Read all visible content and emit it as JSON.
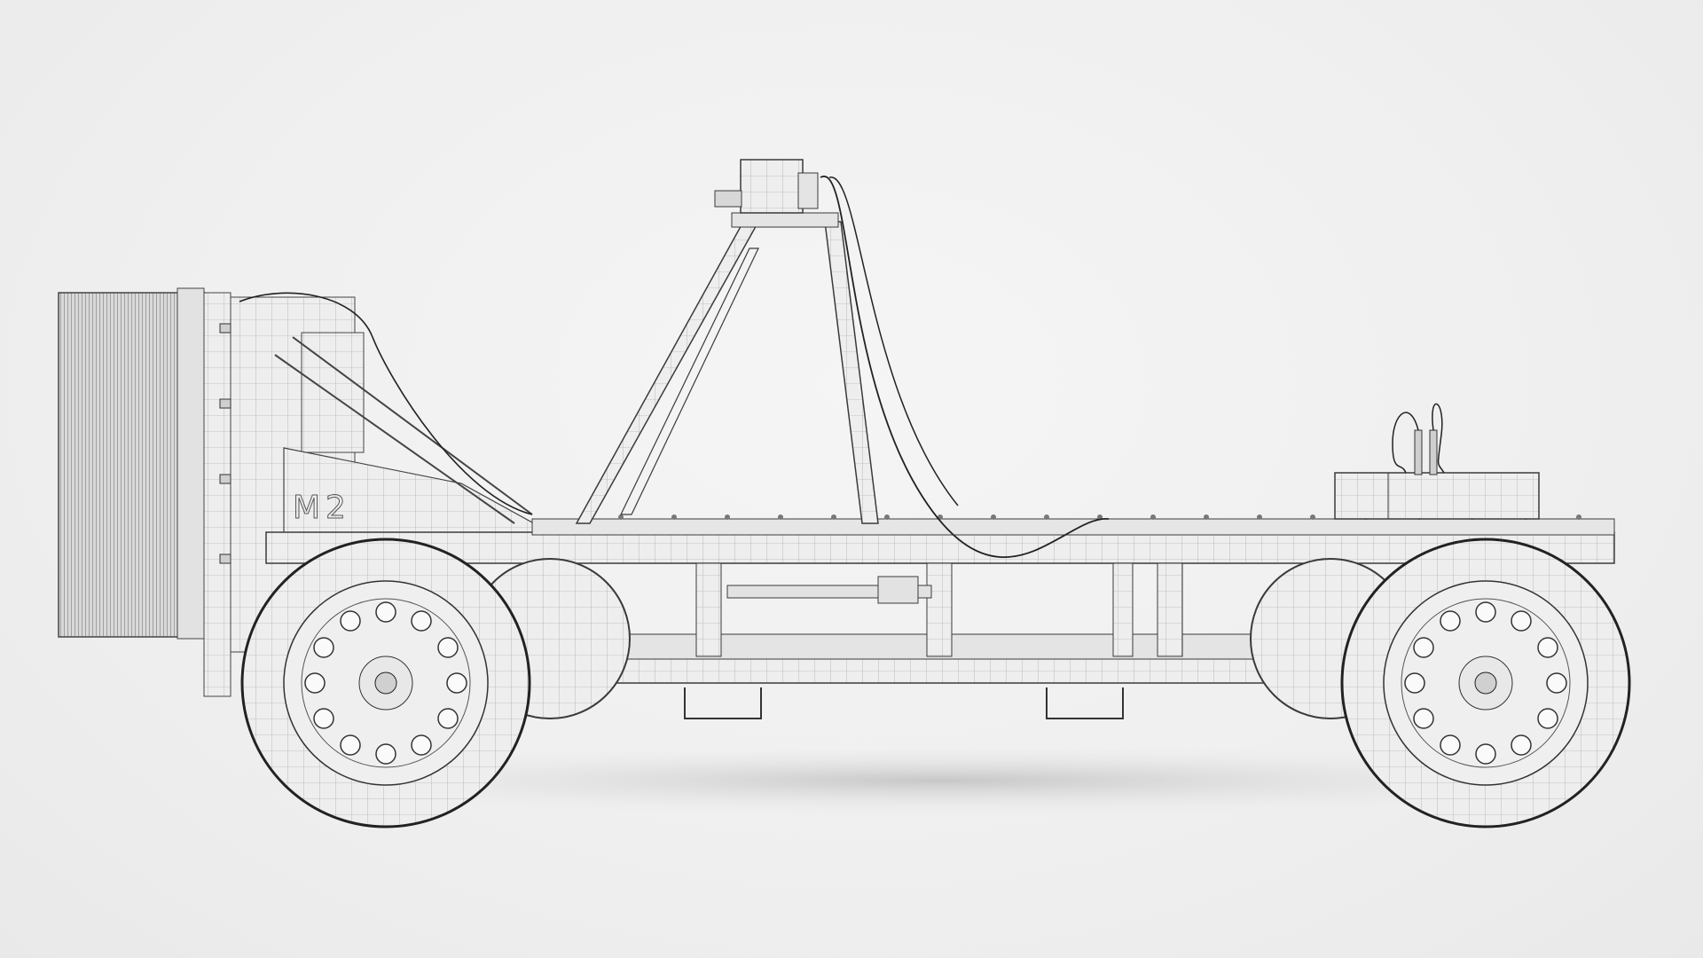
{
  "scene": {
    "description": "Wireframe 3D render of an electric vehicle chassis, side view",
    "background": "#f2f2f2",
    "line_color": "#3a3a3a",
    "panel_fill": "#ececec"
  },
  "markings": {
    "panel_text": "M2"
  },
  "components": [
    {
      "name": "radiator",
      "label": ""
    },
    {
      "name": "front-wheel",
      "label": ""
    },
    {
      "name": "rear-wheel",
      "label": ""
    },
    {
      "name": "steering-mast-with-sensor",
      "label": ""
    },
    {
      "name": "battery-box",
      "label": ""
    },
    {
      "name": "ladder-frame",
      "label": ""
    }
  ]
}
